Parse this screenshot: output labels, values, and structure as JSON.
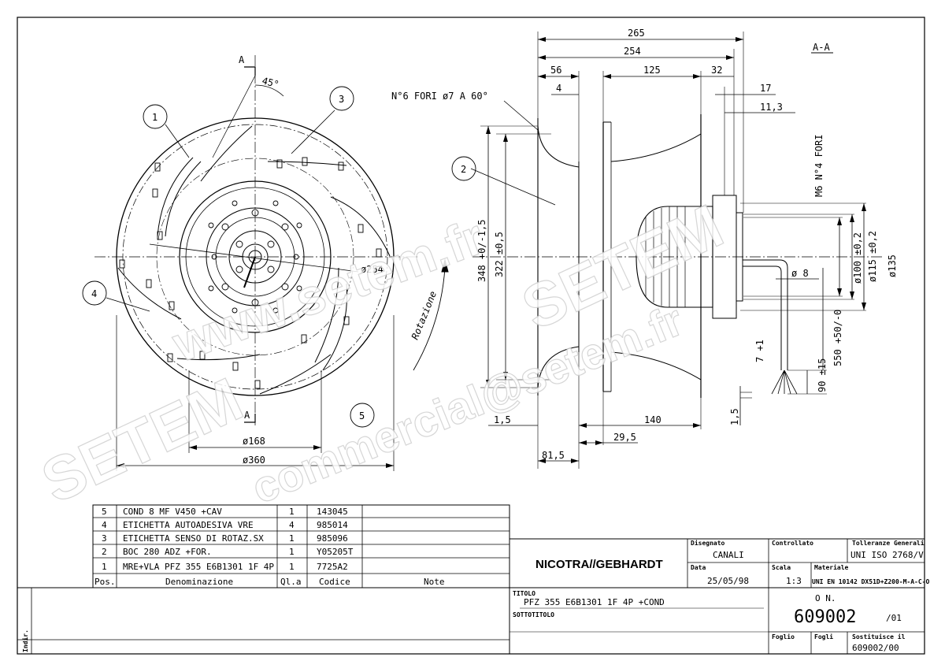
{
  "drawing": {
    "section_mark": "A",
    "section_title": "A-A",
    "angle_label": "45°",
    "rotation_label": "Rotazione",
    "holes_note": "N°6 FORI ø7 A 60°",
    "m6_note": "M6 N°4 FORI",
    "balloons": [
      "1",
      "2",
      "3",
      "4",
      "5"
    ],
    "dims_front": {
      "d254": "ø254",
      "d168": "ø168",
      "d360": "ø360"
    },
    "dims_side": {
      "d265": "265",
      "d254": "254",
      "d56": "56",
      "d4": "4",
      "d125": "125",
      "d32": "32",
      "d17": "17",
      "d11_3": "11,3",
      "d348": "348 +0/-1,5",
      "d322": "322 ±0,5",
      "d100": "ø100 ±0,2",
      "d115": "ø115 ±0,2",
      "d135": "ø135",
      "d8": "ø 8",
      "d550": "550 +50/-0",
      "d7": "7 +1",
      "d90": "90 ±15",
      "d1_5a": "1,5",
      "d1_5b": "1,5",
      "d140": "140",
      "d29_5": "29,5",
      "d81_5": "81,5"
    }
  },
  "watermarks": [
    "www.setem.fr",
    "SETEM",
    "SETEM",
    "commercial@setem.fr"
  ],
  "parts_table": {
    "headers": [
      "Pos.",
      "Denominazione",
      "Ql.a",
      "Codice",
      "Note"
    ],
    "rows": [
      {
        "pos": "5",
        "name": "COND  8   MF V450 +CAV",
        "qty": "1",
        "code": "143045",
        "note": ""
      },
      {
        "pos": "4",
        "name": "ETICHETTA AUTOADESIVA VRE",
        "qty": "4",
        "code": "985014",
        "note": ""
      },
      {
        "pos": "3",
        "name": "ETICHETTA SENSO DI ROTAZ.SX",
        "qty": "1",
        "code": "985096",
        "note": ""
      },
      {
        "pos": "2",
        "name": "BOC 280 ADZ +FOR.",
        "qty": "1",
        "code": "Y05205T",
        "note": ""
      },
      {
        "pos": "1",
        "name": "MRE+VLA PFZ 355 E6B1301 1F 4P",
        "qty": "1",
        "code": "7725A2",
        "note": ""
      }
    ]
  },
  "title_block": {
    "company": "NICOTRA//GEBHARDT",
    "disegnato_label": "Disegnato",
    "disegnato": "CANALI",
    "controllato_label": "Controllato",
    "tolleranze_label": "Tolleranze Generali",
    "tolleranze": "UNI ISO 2768/V",
    "data_label": "Data",
    "data": "25/05/98",
    "scala_label": "Scala",
    "scala": "1:3",
    "materiale_label": "Materiale",
    "materiale": "UNI EN 10142 DX51D+Z200-M-A-C-O",
    "titolo_label": "TITOLO",
    "titolo": "PFZ 355 E6B1301 1F 4P +COND",
    "sottotitolo_label": "SOTTOTITOLO",
    "on_label": "O N.",
    "number": "609002",
    "revision": "/01",
    "foglio_label": "Foglio",
    "fogli_label": "Fogli",
    "sostituisce_label": "Sostituisce il",
    "sostituisce": "609002/00",
    "indir_label": "Indir."
  }
}
